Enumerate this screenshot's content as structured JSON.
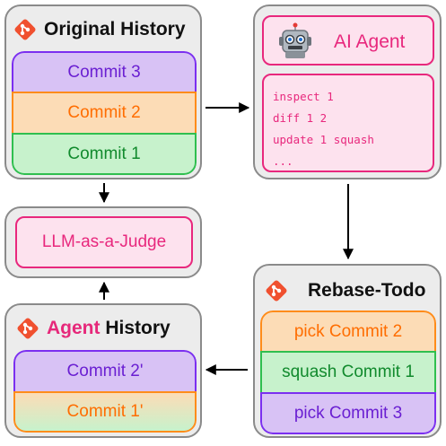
{
  "original_history": {
    "title": "Original History",
    "commits": [
      "Commit 3",
      "Commit 2",
      "Commit 1"
    ]
  },
  "ai_agent": {
    "title": "AI Agent",
    "code_lines": [
      "inspect 1",
      "diff 1 2",
      "update 1 squash",
      "..."
    ],
    "icon": "robot-icon"
  },
  "judge": {
    "label": "LLM-as-a-Judge"
  },
  "rebase_todo": {
    "title": "Rebase-Todo",
    "items": [
      "pick Commit 2",
      "squash Commit 1",
      "pick Commit 3"
    ]
  },
  "agent_history": {
    "title_accent": "Agent",
    "title_rest": " History",
    "commits": [
      "Commit 2'",
      "Commit 1'"
    ]
  },
  "colors": {
    "pink": "#e8287d",
    "purple": "#7b2ff0",
    "orange": "#ff8c1a",
    "green": "#2fbf4f",
    "git_orange": "#f0502f"
  }
}
